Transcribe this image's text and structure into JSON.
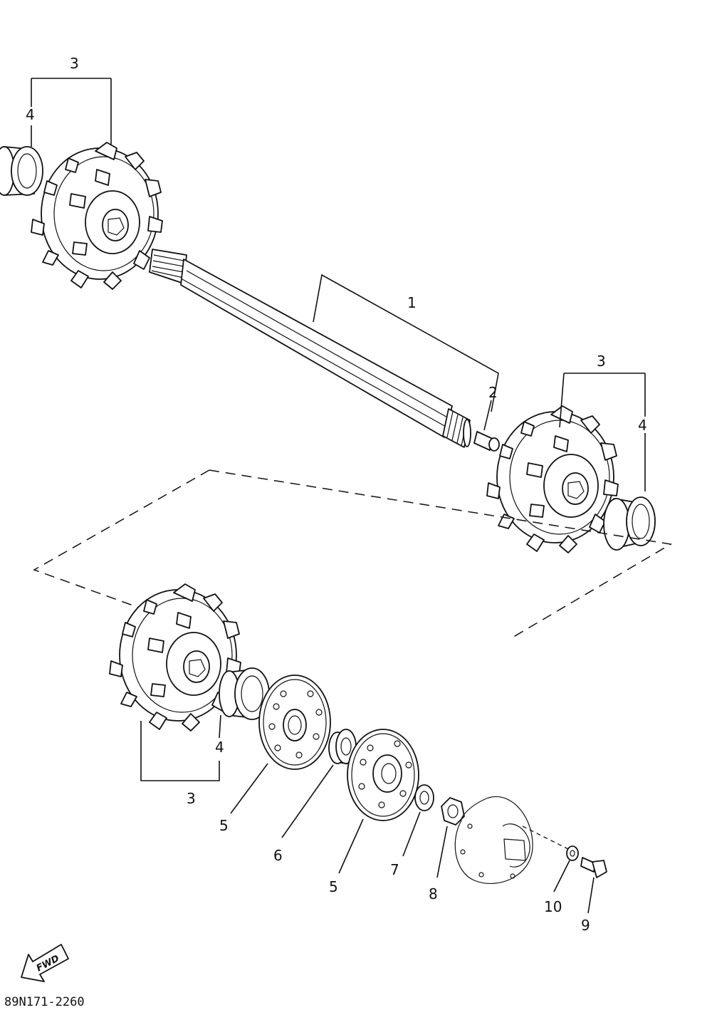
{
  "diagram": {
    "part_number_code": "89N171-2260",
    "fwd_label": "FWD",
    "callouts": {
      "shaft": "1",
      "plug": "2",
      "sprocket_top_left": "3",
      "bearing_top_left": "4",
      "sprocket_right": "3",
      "bearing_right": "4",
      "sprocket_bottom": "3",
      "bearing_bottom": "4",
      "plate_outer": "5",
      "bearing_small": "6",
      "plate_inner": "5",
      "washer": "7",
      "nut": "8",
      "bolt": "9",
      "lock_washer": "10"
    }
  }
}
